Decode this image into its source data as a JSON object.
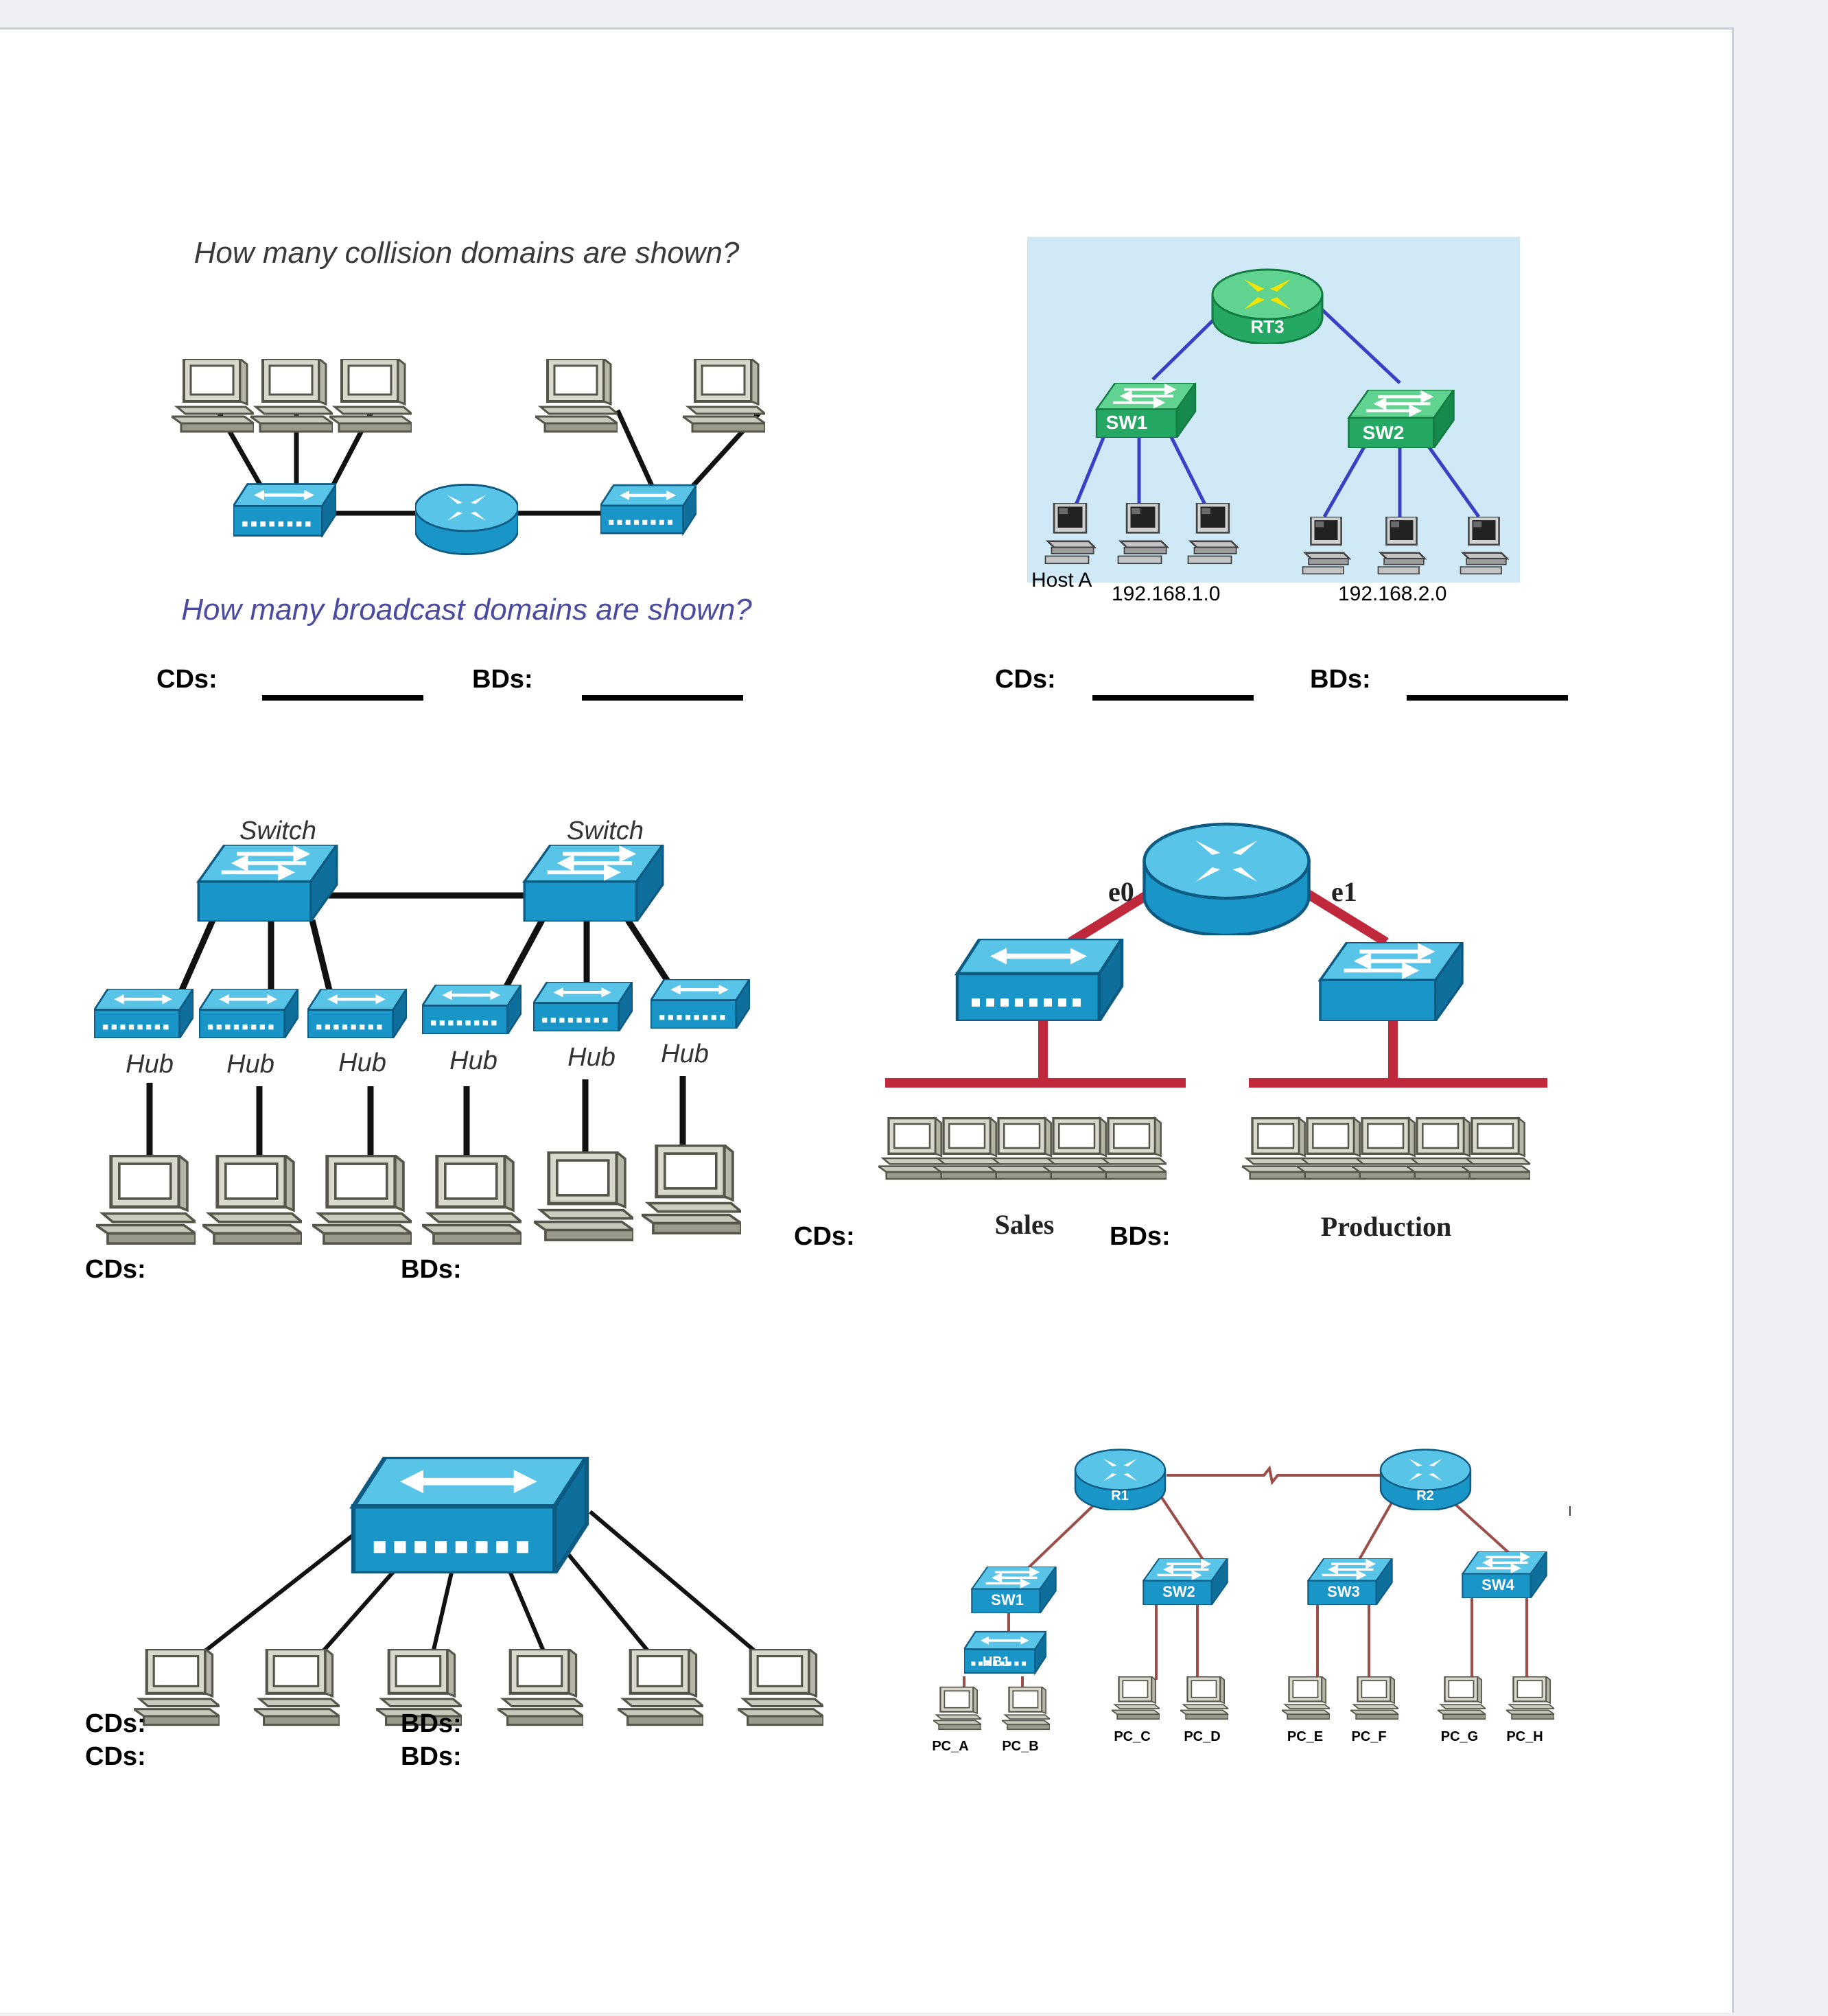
{
  "figure1": {
    "question_cd": "How many collision domains are shown?",
    "question_bd": "How many broadcast domains are shown?"
  },
  "figure2": {
    "router": "RT3",
    "switch_left": "SW1",
    "switch_right": "SW2",
    "host_label": "Host A",
    "net_left": "192.168.1.0",
    "net_right": "192.168.2.0",
    "background_color": "#cfeaf6"
  },
  "figure3": {
    "switch_label": "Switch",
    "hub_label": "Hub"
  },
  "figure4": {
    "port_left": "e0",
    "port_right": "e1",
    "group_left": "Sales",
    "group_right": "Production"
  },
  "figure6": {
    "routers": [
      "R1",
      "R2"
    ],
    "switches": [
      "SW1",
      "SW2",
      "SW3",
      "SW4"
    ],
    "hub": "HB1",
    "pcs": [
      "PC_A",
      "PC_B",
      "PC_C",
      "PC_D",
      "PC_E",
      "PC_F",
      "PC_G",
      "PC_H"
    ]
  },
  "answer_labels": {
    "cds": "CDs:",
    "bds": "BDs:"
  },
  "colors": {
    "device_blue": "#1a95c8",
    "router_yellow": "#f2e400",
    "switch_green": "#26a865",
    "link_red": "#c0283c",
    "link_blue": "#3b3fc6",
    "link_brown": "#9c4f48"
  }
}
